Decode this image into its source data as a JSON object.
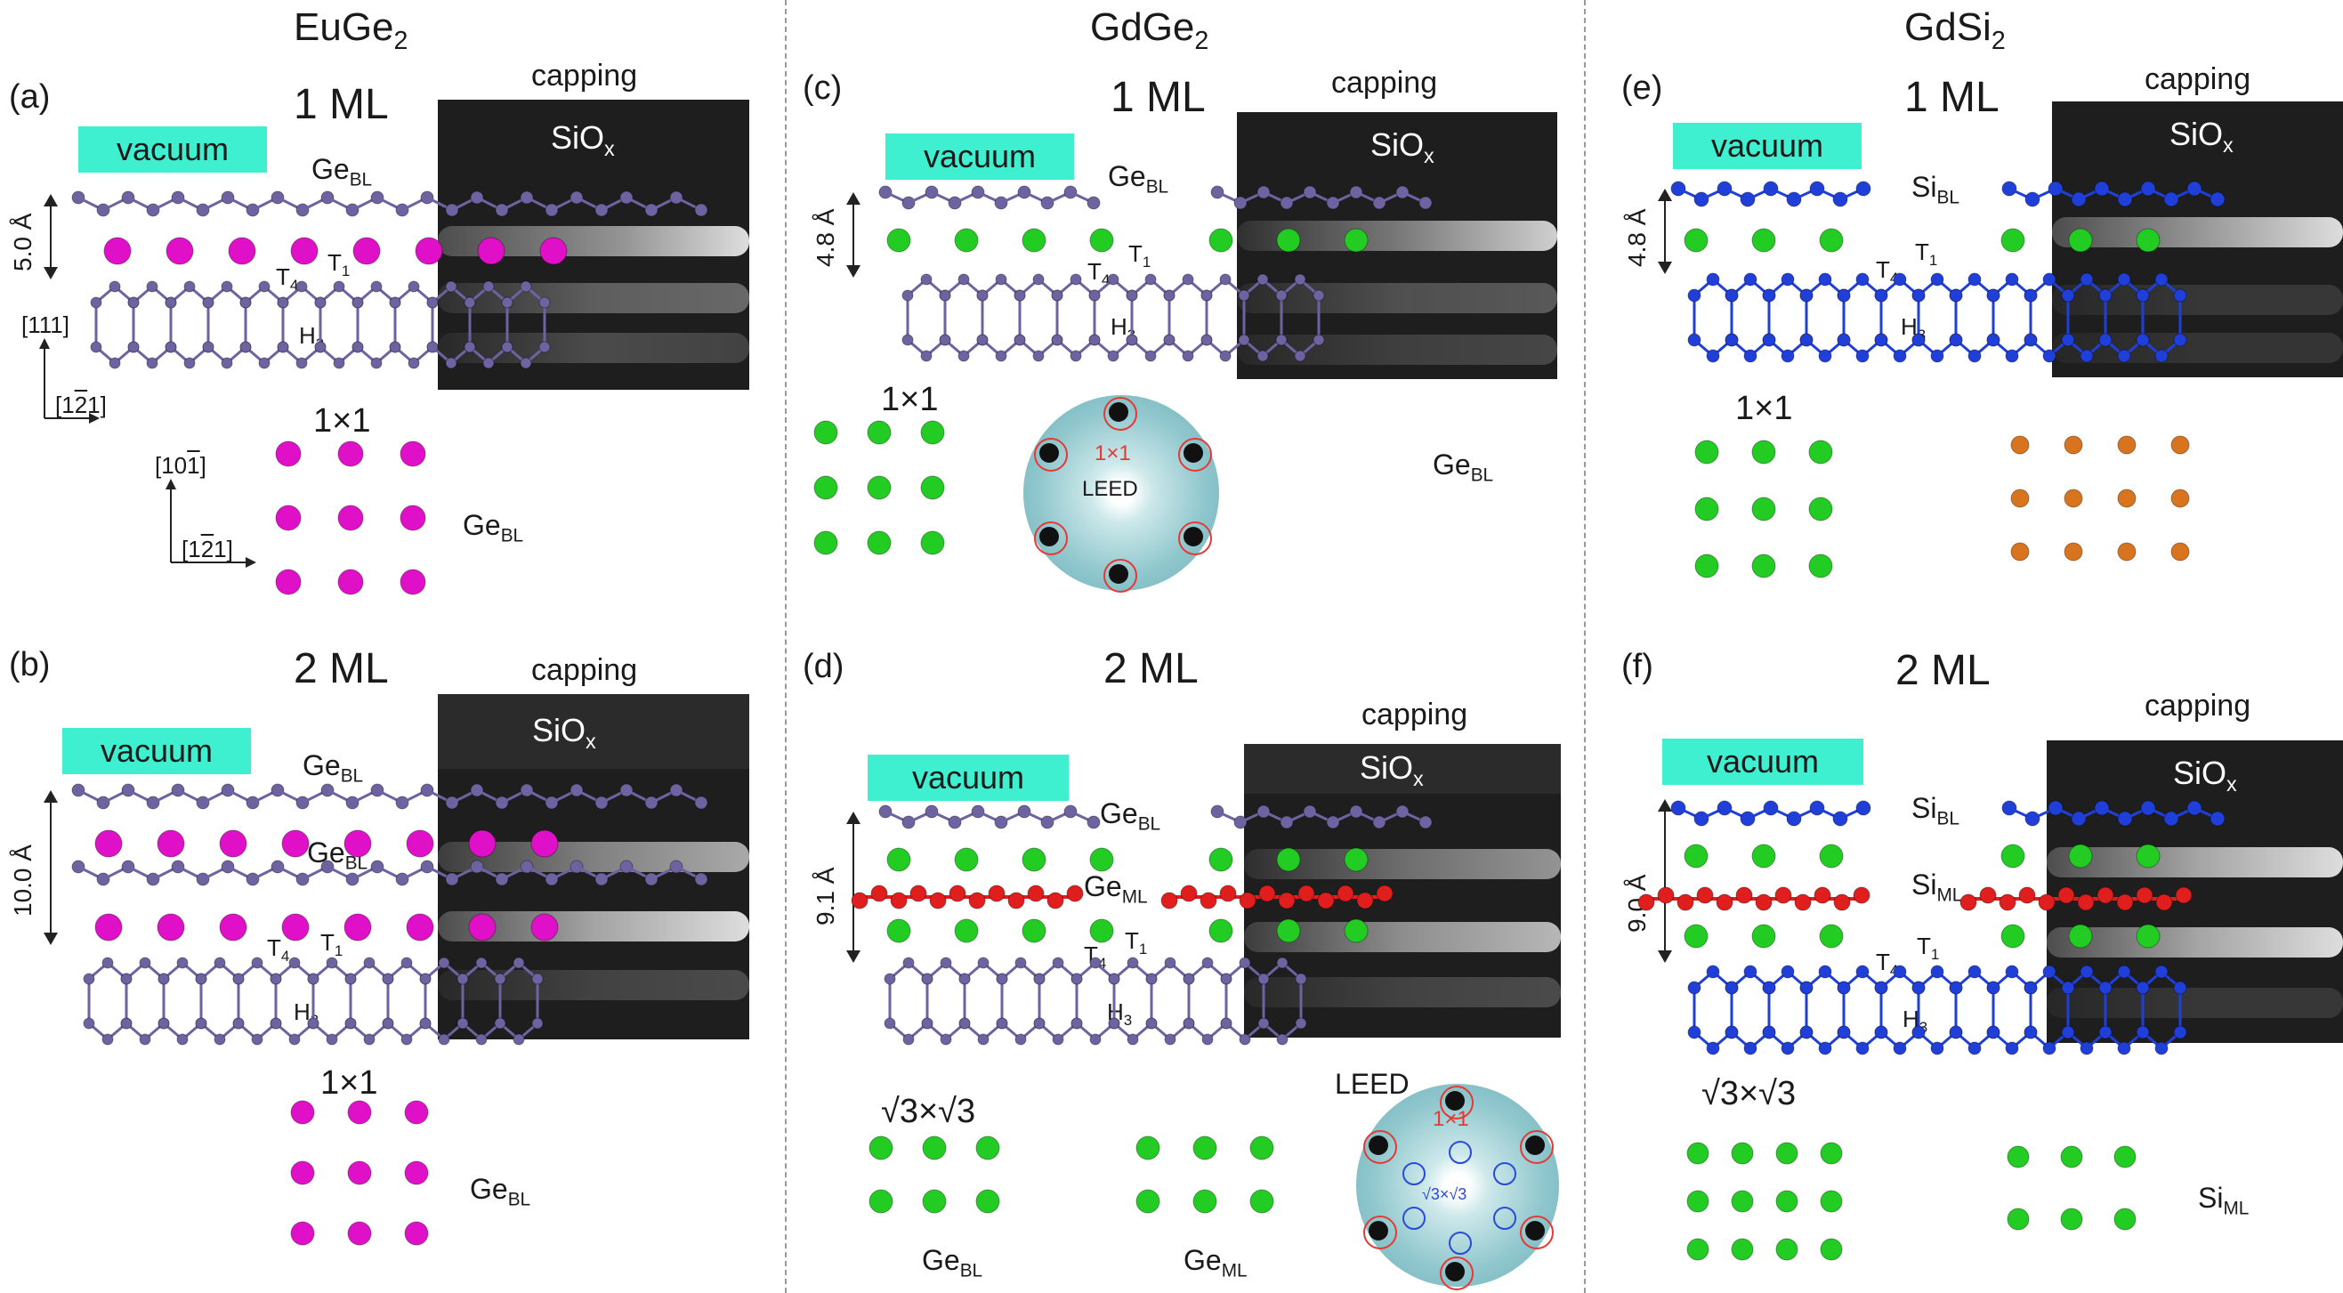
{
  "columns": [
    {
      "title_main": "EuGe",
      "title_sub": "2"
    },
    {
      "title_main": "GdGe",
      "title_sub": "2"
    },
    {
      "title_main": "GdSi",
      "title_sub": "2"
    }
  ],
  "panels": {
    "a": {
      "letter": "(a)",
      "ml": "1 ML",
      "capping": "capping",
      "siox_main": "SiO",
      "siox_sub": "x",
      "vacuum": "vacuum",
      "thickness": "5.0 Å",
      "bl_main": "Ge",
      "bl_sub": "BL",
      "t4_main": "T",
      "t4_sub": "4",
      "t1_main": "T",
      "t1_sub": "1",
      "h3_main": "H",
      "h3_sub": "3",
      "dir_111": "[111]",
      "dir_121": "[1",
      "dir_121_bar": "2",
      "dir_121_end": "1]",
      "dir_101": "[10",
      "dir_101_bar": "1",
      "dir_101_end": "]",
      "dir2_121": "[1",
      "dir2_121_bar": "2",
      "dir2_121_end": "1]",
      "surface": "1×1",
      "surface_bl_main": "Ge",
      "surface_bl_sub": "BL"
    },
    "b": {
      "letter": "(b)",
      "ml": "2 ML",
      "capping": "capping",
      "siox_main": "SiO",
      "siox_sub": "x",
      "vacuum": "vacuum",
      "thickness": "10.0 Å",
      "bl_main": "Ge",
      "bl_sub": "BL",
      "bl2_main": "Ge",
      "bl2_sub": "BL",
      "t4_main": "T",
      "t4_sub": "4",
      "t1_main": "T",
      "t1_sub": "1",
      "h3_main": "H",
      "h3_sub": "3",
      "surface": "1×1",
      "surface_bl_main": "Ge",
      "surface_bl_sub": "BL"
    },
    "c": {
      "letter": "(c)",
      "ml": "1 ML",
      "capping": "capping",
      "siox_main": "SiO",
      "siox_sub": "x",
      "vacuum": "vacuum",
      "thickness": "4.8 Å",
      "bl_main": "Ge",
      "bl_sub": "BL",
      "t4_main": "T",
      "t4_sub": "4",
      "t1_main": "T",
      "t1_sub": "1",
      "h3_main": "H",
      "h3_sub": "3",
      "surface": "1×1",
      "leed": "LEED",
      "leed_1x1": "1×1",
      "surface_bl_main": "Ge",
      "surface_bl_sub": "BL"
    },
    "d": {
      "letter": "(d)",
      "ml": "2 ML",
      "capping": "capping",
      "siox_main": "SiO",
      "siox_sub": "x",
      "vacuum": "vacuum",
      "thickness": "9.1 Å",
      "bl_main": "Ge",
      "bl_sub": "BL",
      "ml_main": "Ge",
      "ml_sub": "ML",
      "t4_main": "T",
      "t4_sub": "4",
      "t1_main": "T",
      "t1_sub": "1",
      "h3_main": "H",
      "h3_sub": "3",
      "surface": "√3×√3",
      "leed": "LEED",
      "leed_1x1": "1×1",
      "leed_r3": "√3×√3",
      "surface_bl_main": "Ge",
      "surface_bl_sub": "BL",
      "surface_ml_main": "Ge",
      "surface_ml_sub": "ML"
    },
    "e": {
      "letter": "(e)",
      "ml": "1 ML",
      "capping": "capping",
      "siox_main": "SiO",
      "siox_sub": "x",
      "vacuum": "vacuum",
      "thickness": "4.8 Å",
      "bl_main": "Si",
      "bl_sub": "BL",
      "t4_main": "T",
      "t4_sub": "4",
      "t1_main": "T",
      "t1_sub": "1",
      "h3_main": "H",
      "h3_sub": "3",
      "surface": "1×1"
    },
    "f": {
      "letter": "(f)",
      "ml": "2 ML",
      "capping": "capping",
      "siox_main": "SiO",
      "siox_sub": "x",
      "vacuum": "vacuum",
      "thickness": "9.0 Å",
      "bl_main": "Si",
      "bl_sub": "BL",
      "ml_main": "Si",
      "ml_sub": "ML",
      "t4_main": "T",
      "t4_sub": "4",
      "t1_main": "T",
      "t1_sub": "1",
      "h3_main": "H",
      "h3_sub": "3",
      "surface": "√3×√3",
      "surface_ml_main": "Si",
      "surface_ml_sub": "ML"
    }
  },
  "colors": {
    "vacuum": "#3ff0d0",
    "eu": "#e010c8",
    "gd": "#22cc22",
    "ge": "#6e62a0",
    "si": "#1f3fd8",
    "ge_ml": "#e01e1e",
    "highlight_orange": "#d9741e",
    "triangle": "#f07878"
  }
}
